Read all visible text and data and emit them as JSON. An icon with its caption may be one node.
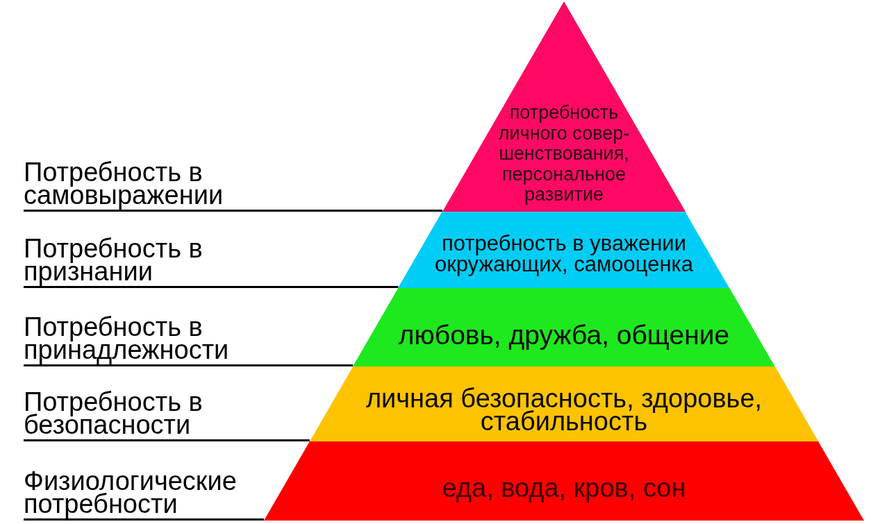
{
  "diagram": {
    "nodes": [
      {
        "text": [
          "потребность личного совер- шенствования, персональное развитие"
        ]
      },
      {
        "text": [
          "потребность в уважении окружающих, самооценка"
        ]
      },
      {
        "text": [
          "любовь, дружба, общение"
        ]
      },
      {
        "text": [
          "личная безопасность, здоровье, стабильность"
        ]
      },
      {
        "text": [
          "еда, вода, кров, сон"
        ]
      },
      {
        "text": [
          "Потребность в самовыражении"
        ]
      },
      {
        "text": [
          "Потребность в признании"
        ]
      },
      {
        "text": [
          "Потребность в принадлежности"
        ]
      },
      {
        "text": [
          "Потребность в безопасности"
        ]
      },
      {
        "text": [
          "Физиологические потребности"
        ]
      }
    ],
    "edges": [
      {
        "from": 5,
        "to": 0,
        "arrow": "none"
      },
      {
        "from": 6,
        "to": 1,
        "arrow": "none"
      },
      {
        "from": 7,
        "to": 2,
        "arrow": "none"
      },
      {
        "from": 8,
        "to": 3,
        "arrow": "none"
      },
      {
        "from": 9,
        "to": 4,
        "arrow": "none"
      }
    ]
  }
}
